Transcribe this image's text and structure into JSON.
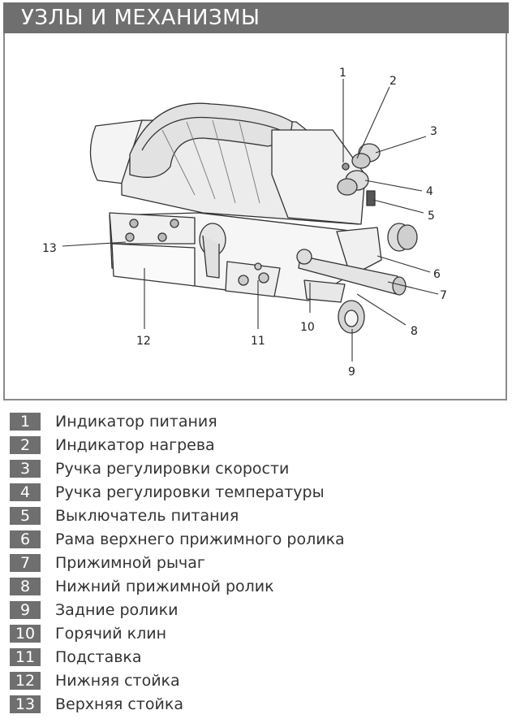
{
  "header": {
    "title": "УЗЛЫ И МЕХАНИЗМЫ"
  },
  "callouts": [
    "1",
    "2",
    "3",
    "4",
    "5",
    "6",
    "7",
    "8",
    "9",
    "10",
    "11",
    "12",
    "13"
  ],
  "legend": [
    {
      "num": "1",
      "text": "Индикатор питания"
    },
    {
      "num": "2",
      "text": "Индикатор нагрева"
    },
    {
      "num": "3",
      "text": "Ручка регулировки скорости"
    },
    {
      "num": "4",
      "text": "Ручка регулировки температуры"
    },
    {
      "num": "5",
      "text": "Выключатель питания"
    },
    {
      "num": "6",
      "text": "Рама верхнего прижимного ролика"
    },
    {
      "num": "7",
      "text": "Прижимной рычаг"
    },
    {
      "num": "8",
      "text": "Нижний прижимной ролик"
    },
    {
      "num": "9",
      "text": "Задние ролики"
    },
    {
      "num": "10",
      "text": "Горячий клин"
    },
    {
      "num": "11",
      "text": "Подставка"
    },
    {
      "num": "12",
      "text": "Нижняя стойка"
    },
    {
      "num": "13",
      "text": "Верхняя стойка"
    }
  ],
  "colors": {
    "header_bg": "#6f6f70",
    "badge_bg": "#6f6f70",
    "text": "#333333"
  }
}
